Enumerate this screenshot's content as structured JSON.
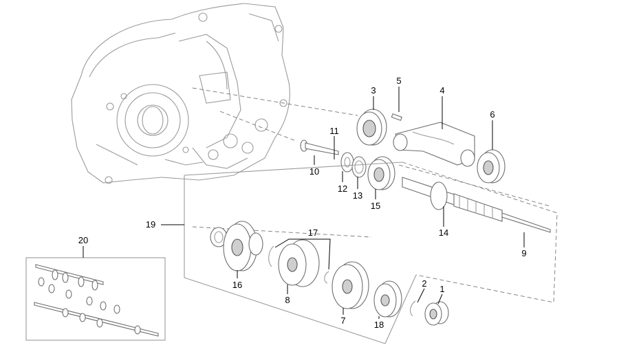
{
  "callouts": [
    {
      "id": "1",
      "text": "1"
    },
    {
      "id": "2",
      "text": "2"
    },
    {
      "id": "3",
      "text": "3"
    },
    {
      "id": "4",
      "text": "4"
    },
    {
      "id": "5",
      "text": "5"
    },
    {
      "id": "6",
      "text": "6"
    },
    {
      "id": "7",
      "text": "7"
    },
    {
      "id": "8",
      "text": "8"
    },
    {
      "id": "9",
      "text": "9"
    },
    {
      "id": "10",
      "text": "10"
    },
    {
      "id": "11",
      "text": "11"
    },
    {
      "id": "12",
      "text": "12"
    },
    {
      "id": "13",
      "text": "13"
    },
    {
      "id": "14",
      "text": "14"
    },
    {
      "id": "15",
      "text": "15"
    },
    {
      "id": "16",
      "text": "16"
    },
    {
      "id": "17",
      "text": "17"
    },
    {
      "id": "18",
      "text": "18"
    },
    {
      "id": "19",
      "text": "19"
    },
    {
      "id": "20",
      "text": "20"
    }
  ],
  "colors": {
    "line": "#6e6e6e",
    "leader": "#000000",
    "background": "#ffffff"
  }
}
